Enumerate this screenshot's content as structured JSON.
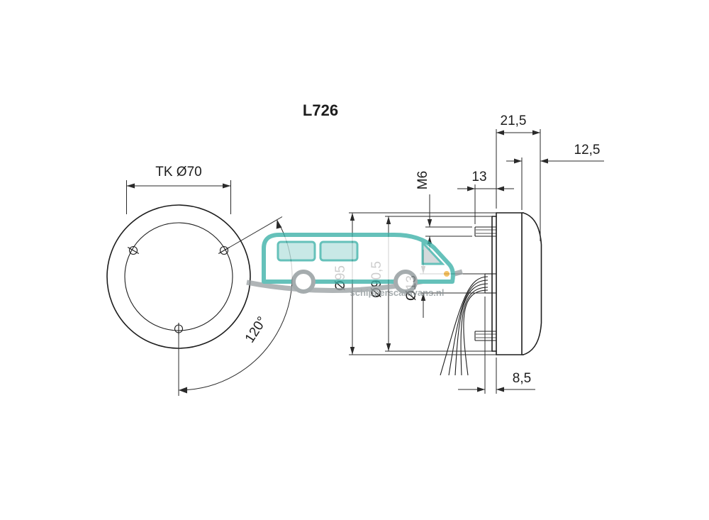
{
  "drawing": {
    "title": "L726",
    "front_view": {
      "bolt_circle_label": "TK Ø70",
      "angle_label": "120°"
    },
    "side_view": {
      "dims": {
        "total_depth": "21,5",
        "lens_depth": "12,5",
        "stud_length": "13",
        "thread": "M6",
        "flange_diameter": "Ø95",
        "body_diameter": "Ø90,5",
        "hole_diameter": "Ø13",
        "rear_offset": "8,5"
      }
    },
    "watermark": {
      "text": "schipperscaravans.nl"
    },
    "colors": {
      "line": "#1d1d1d",
      "watermark_teal": "#3bb0a7",
      "watermark_gray": "#9aa1a4"
    }
  }
}
